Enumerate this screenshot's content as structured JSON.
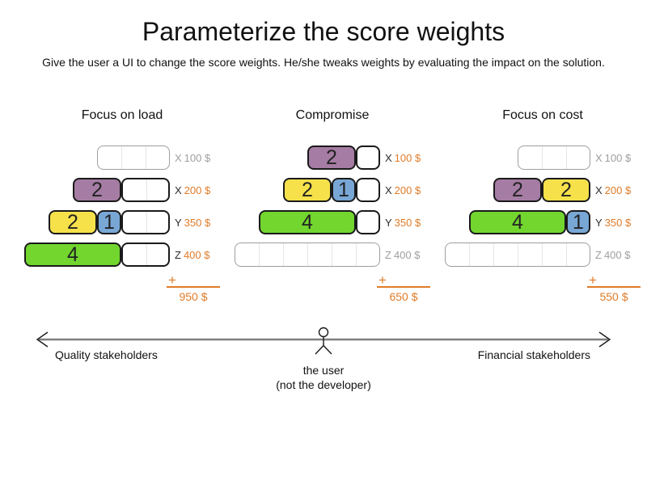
{
  "page": {
    "title": "Parameterize the score weights",
    "subtitle": "Give the user a UI to change the score weights. He/she tweaks weights by evaluating the impact on the solution."
  },
  "colors": {
    "purple": "#a57ca3",
    "yellow": "#f6e14b",
    "blue": "#78a7d6",
    "green": "#72d62e",
    "orange": "#e07b28",
    "gray_text": "#9e9e9e",
    "bar_border": "#1a1a1a",
    "empty_border": "#9e9e9e",
    "arrow_shaft": "#7f7f7f"
  },
  "columns": [
    {
      "header": "Focus on load",
      "total": "950 $",
      "rows": [
        {
          "letter": "X",
          "price": "100 $",
          "cells": 3,
          "empty": true,
          "segments": []
        },
        {
          "letter": "X",
          "price": "200 $",
          "cells": 4,
          "empty": false,
          "segments": [
            {
              "color": "purple",
              "count": 2,
              "label": "2"
            }
          ]
        },
        {
          "letter": "Y",
          "price": "350 $",
          "cells": 5,
          "empty": false,
          "segments": [
            {
              "color": "yellow",
              "count": 2,
              "label": "2"
            },
            {
              "color": "blue",
              "count": 1,
              "label": "1"
            }
          ]
        },
        {
          "letter": "Z",
          "price": "400 $",
          "cells": 6,
          "empty": false,
          "segments": [
            {
              "color": "green",
              "count": 4,
              "label": "4"
            }
          ]
        }
      ]
    },
    {
      "header": "Compromise",
      "total": "650 $",
      "rows": [
        {
          "letter": "X",
          "price": "100 $",
          "cells": 3,
          "empty": false,
          "segments": [
            {
              "color": "purple",
              "count": 2,
              "label": "2"
            }
          ]
        },
        {
          "letter": "X",
          "price": "200 $",
          "cells": 4,
          "empty": false,
          "segments": [
            {
              "color": "yellow",
              "count": 2,
              "label": "2"
            },
            {
              "color": "blue",
              "count": 1,
              "label": "1"
            }
          ]
        },
        {
          "letter": "Y",
          "price": "350 $",
          "cells": 5,
          "empty": false,
          "segments": [
            {
              "color": "green",
              "count": 4,
              "label": "4"
            }
          ]
        },
        {
          "letter": "Z",
          "price": "400 $",
          "cells": 6,
          "empty": true,
          "segments": []
        }
      ]
    },
    {
      "header": "Focus on cost",
      "total": "550 $",
      "rows": [
        {
          "letter": "X",
          "price": "100 $",
          "cells": 3,
          "empty": true,
          "segments": []
        },
        {
          "letter": "X",
          "price": "200 $",
          "cells": 4,
          "empty": false,
          "segments": [
            {
              "color": "purple",
              "count": 2,
              "label": "2"
            },
            {
              "color": "yellow",
              "count": 2,
              "label": "2"
            }
          ]
        },
        {
          "letter": "Y",
          "price": "350 $",
          "cells": 5,
          "empty": false,
          "segments": [
            {
              "color": "green",
              "count": 4,
              "label": "4"
            },
            {
              "color": "blue",
              "count": 1,
              "label": "1"
            }
          ]
        },
        {
          "letter": "Z",
          "price": "400 $",
          "cells": 6,
          "empty": true,
          "segments": []
        }
      ]
    }
  ],
  "totals_plus_sign": "+",
  "axis": {
    "left_label": "Quality stakeholders",
    "right_label": "Financial stakeholders",
    "center_label_line1": "the user",
    "center_label_line2": "(not the developer)"
  }
}
